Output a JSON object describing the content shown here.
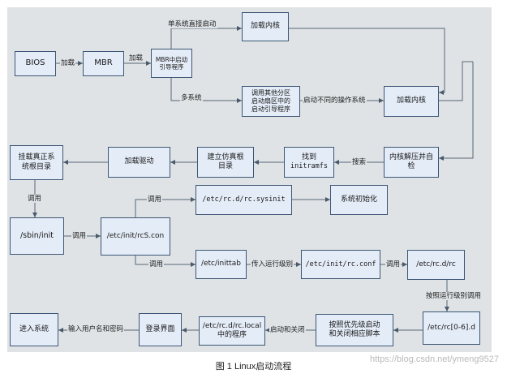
{
  "nodes": {
    "bios": "BIOS",
    "mbr": "MBR",
    "mbr_boot": [
      "MBR中启动",
      "引导程序"
    ],
    "load_kernel_1": "加载内核",
    "other_partition": [
      "调用其他分区",
      "启动扇区中的",
      "启动引导程序"
    ],
    "load_kernel_2": "加载内核",
    "kernel_decompress": [
      "内核解压并自",
      "检"
    ],
    "find_initramfs": [
      "找到",
      "initramfs"
    ],
    "build_root": [
      "建立仿真根",
      "目录"
    ],
    "load_driver": "加载驱动",
    "mount_root": [
      "挂载真正系",
      "统根目录"
    ],
    "sbin_init": "/sbin/init",
    "rcs_conf": "/etc/init/rcS.con",
    "rc_sysinit": "/etc/rc.d/rc.sysinit",
    "sys_init": "系统初始化",
    "inittab": "/etc/inittab",
    "rc_conf": "/etc/init/rc.conf",
    "rc_d_rc": "/etc/rc.d/rc",
    "rc_06_d": "/etc/rc[0-6].d",
    "priority_scripts": [
      "按照优先级启动",
      "和关闭相应脚本"
    ],
    "rc_local": [
      "/etc/rc.d/rc.local",
      "中的程序"
    ],
    "login": "登录界面",
    "enter_system": "进入系统"
  },
  "edges": {
    "bios_mbr": "加载",
    "mbr_boot": "加载",
    "single_system": "单系统直接启动",
    "multi_system": "多系统",
    "boot_other_os": "启动不同的操作系统",
    "search": "搜索",
    "call_1": "调用",
    "call_2": "调用",
    "call_3": "调用",
    "call_4": "调用",
    "call_5": "调用",
    "pass_runlevel": "传入运行级别",
    "call_by_runlevel": "按照运行级别调用",
    "start_stop": "启动和关闭",
    "enter_credentials": "输入用户名和密码"
  },
  "caption": "图 1 Linux启动流程",
  "watermark": "https://blog.csdn.net/ymeng9527"
}
